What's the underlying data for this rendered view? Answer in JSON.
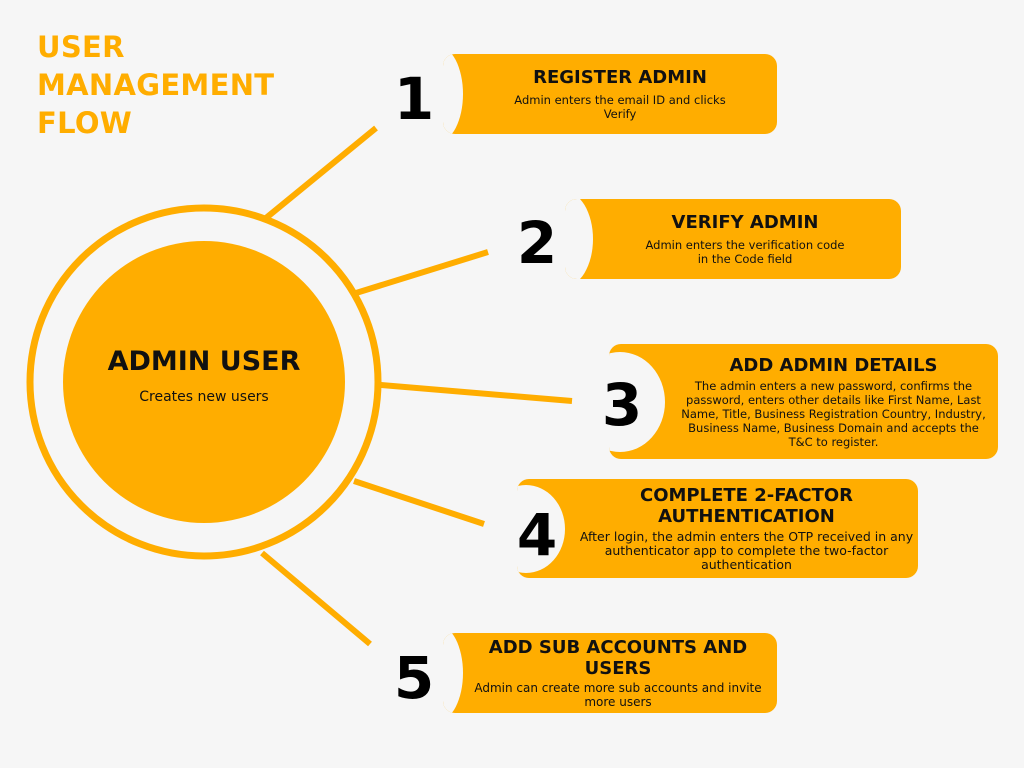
{
  "title_lines": [
    "USER",
    "MANAGEMENT",
    "FLOW"
  ],
  "center": {
    "title": "ADMIN USER",
    "subtitle": "Creates new users"
  },
  "colors": {
    "accent": "#ffad00",
    "background": "#f6f6f6",
    "text": "#111111"
  },
  "steps": [
    {
      "number": "1",
      "title": "REGISTER ADMIN",
      "description": "Admin enters the email ID and clicks Verify"
    },
    {
      "number": "2",
      "title": "VERIFY ADMIN",
      "description": "Admin enters the verification code in the Code field"
    },
    {
      "number": "3",
      "title": "ADD ADMIN DETAILS",
      "description": "The admin enters a new password, confirms the password, enters other details like First Name, Last Name, Title, Business Registration Country, Industry, Business Name, Business Domain and accepts the T&C to register."
    },
    {
      "number": "4",
      "title": "COMPLETE 2-FACTOR AUTHENTICATION",
      "description": "After login, the admin enters the OTP received in any authenticator app to complete the two-factor authentication"
    },
    {
      "number": "5",
      "title": "ADD SUB ACCOUNTS AND USERS",
      "description": "Admin can create more sub accounts and invite more users"
    }
  ]
}
